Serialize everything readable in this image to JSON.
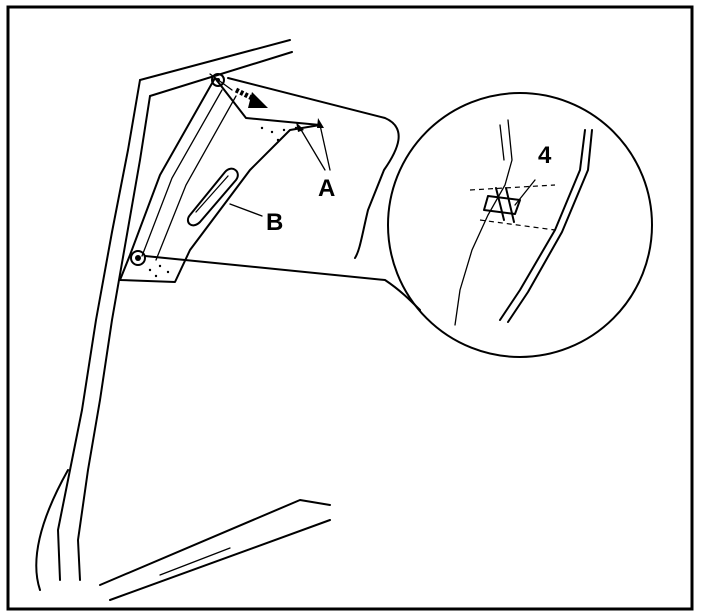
{
  "labels": {
    "a": "A",
    "b": "B",
    "detail_number": "4"
  },
  "colors": {
    "line": "#000000",
    "background": "#ffffff"
  }
}
